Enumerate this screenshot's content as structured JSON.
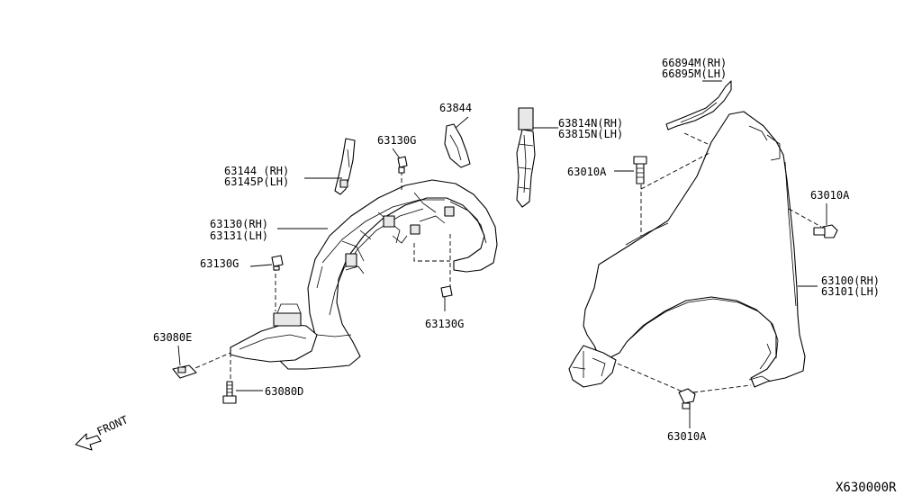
{
  "diagram_code": "X630000R",
  "front_label": "FRONT",
  "labels": {
    "l66894": "66894M(RH)",
    "l66895": "66895M(LH)",
    "l63844": "63844",
    "l63814": "63814N(RH)",
    "l63815": "63815N(LH)",
    "l63130g_top": "63130G",
    "l63144": "63144 (RH)",
    "l63145": "63145P(LH)",
    "l63130": "63130(RH)",
    "l63131": "63131(LH)",
    "l63130g_left": "63130G",
    "l63130g_bottom": "63130G",
    "l63080e": "63080E",
    "l63080d": "63080D",
    "l63010a_top": "63010A",
    "l63010a_right": "63010A",
    "l63010a_bottom": "63010A",
    "l63100": "63100(RH)",
    "l63101": "63101(LH)"
  }
}
